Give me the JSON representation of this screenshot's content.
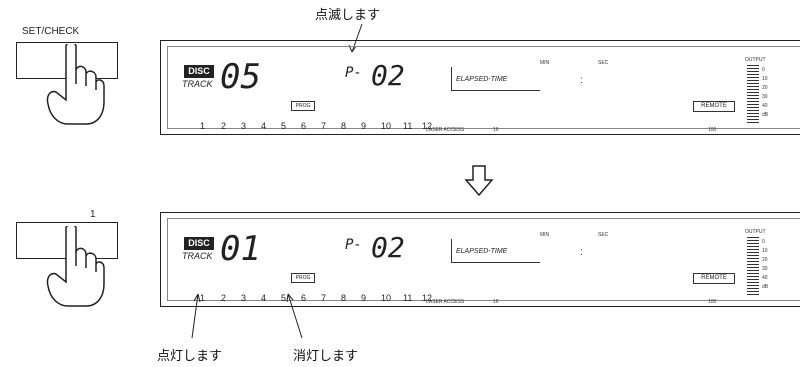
{
  "annotations": {
    "blinking": "点滅します",
    "lit": "点灯します",
    "unlit": "消灯します"
  },
  "buttons": {
    "top_label": "SET/CHECK",
    "bottom_label": "1"
  },
  "display_labels": {
    "disc": "DISC",
    "track": "TRACK",
    "elapsed_time": "ELAPSED-TIME",
    "min": "MIN",
    "sec": "SEC",
    "output": "OUTPUT",
    "remote": "REMOTE",
    "prog": "PROG",
    "laser_access": "LASER ACCESS",
    "laser_mark": "16",
    "laser_end": "100",
    "colon": ":",
    "meter_levels": [
      "0",
      "10",
      "20",
      "30",
      "40",
      "dB"
    ]
  },
  "track_numbers": [
    "1",
    "2",
    "3",
    "4",
    "5",
    "6",
    "7",
    "8",
    "9",
    "10",
    "11",
    "12"
  ],
  "top_display": {
    "disc_digits": "05",
    "program_prefix": "P-",
    "program_digits": "02"
  },
  "bottom_display": {
    "disc_digits": "01",
    "program_prefix": "P-",
    "program_digits": "02"
  },
  "colors": {
    "line": "#222222",
    "background": "#ffffff"
  }
}
